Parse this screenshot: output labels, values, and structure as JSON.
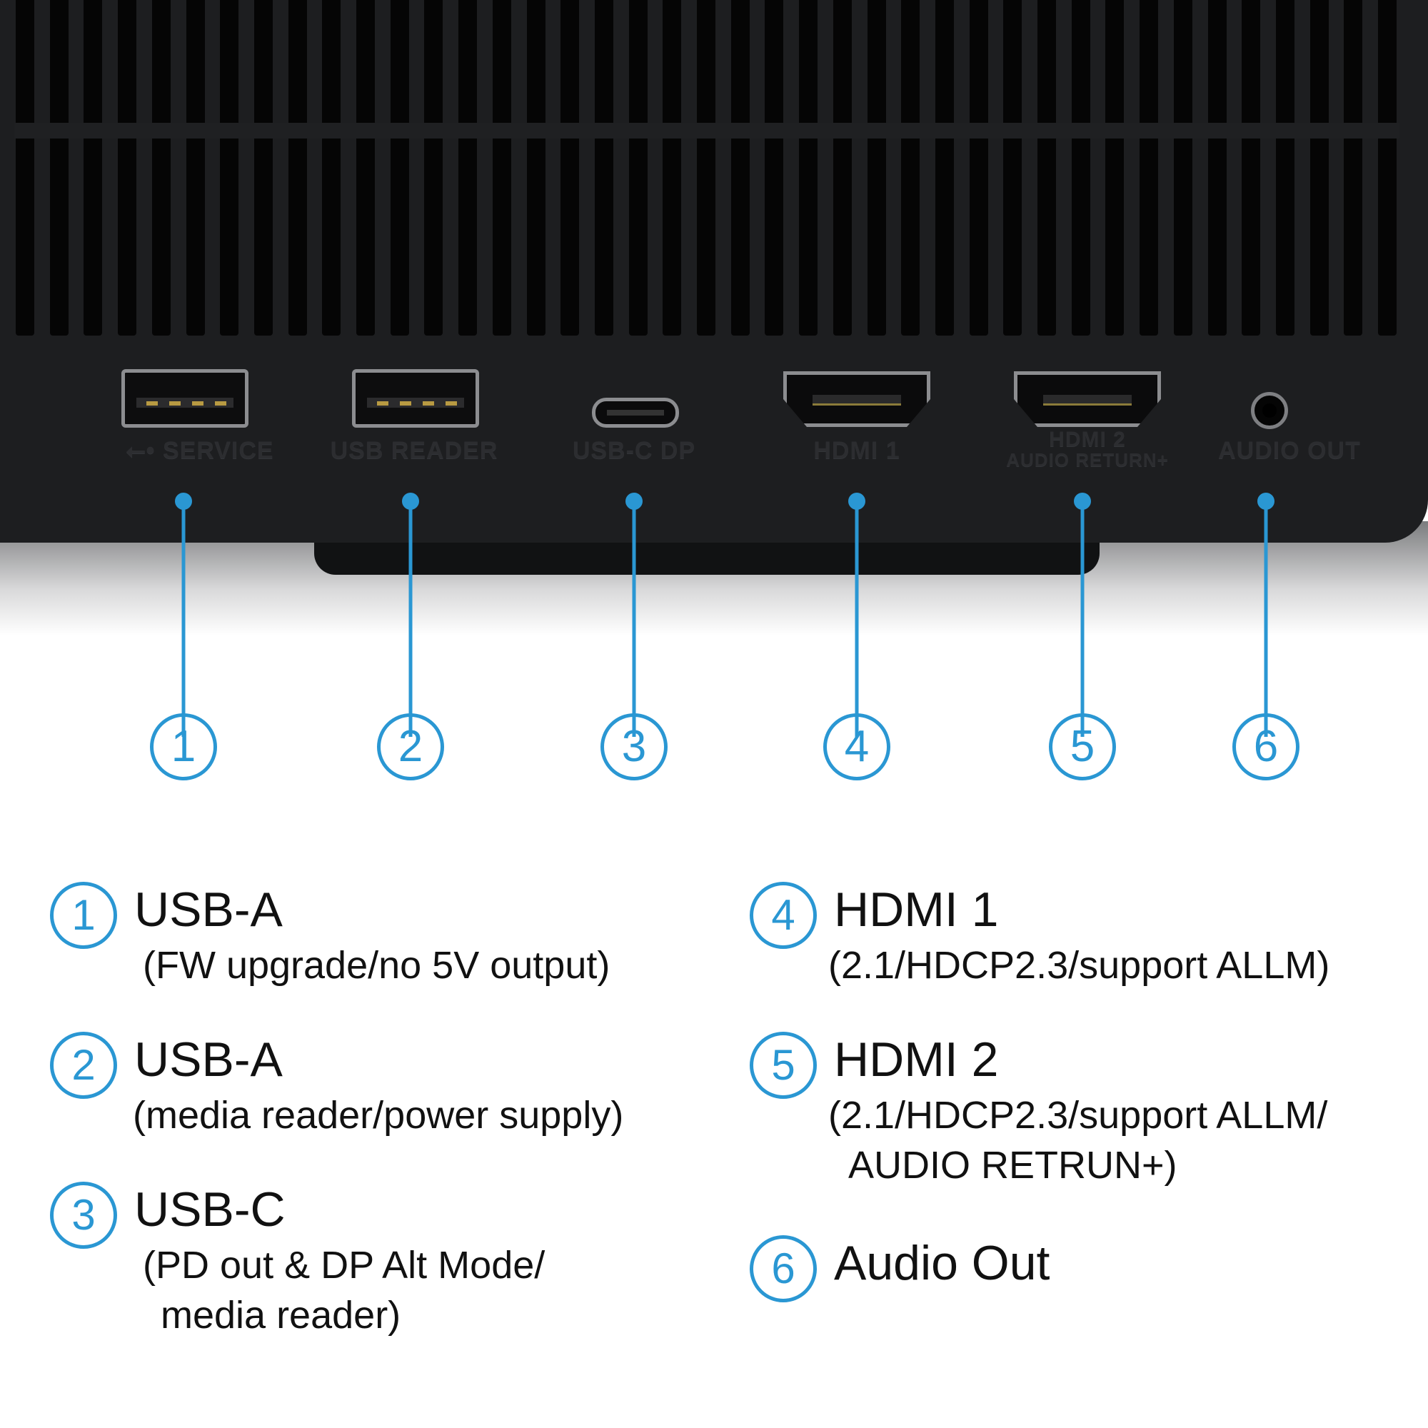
{
  "ports": [
    {
      "number": "1",
      "panel_label": "SERVICE",
      "type": "usb-a"
    },
    {
      "number": "2",
      "panel_label": "USB READER",
      "type": "usb-a"
    },
    {
      "number": "3",
      "panel_label": "USB-C DP",
      "type": "usb-c"
    },
    {
      "number": "4",
      "panel_label": "HDMI 1",
      "type": "hdmi"
    },
    {
      "number": "5",
      "panel_label": "HDMI 2",
      "panel_sublabel": "AUDIO RETURN+",
      "type": "hdmi"
    },
    {
      "number": "6",
      "panel_label": "AUDIO OUT",
      "type": "audio"
    }
  ],
  "legend": [
    {
      "number": "1",
      "title": "USB-A",
      "detail": "(FW upgrade/no 5V output)",
      "detail_2": ""
    },
    {
      "number": "2",
      "title": "USB-A",
      "detail": "(media reader/power supply)",
      "detail_2": ""
    },
    {
      "number": "3",
      "title": "USB-C",
      "detail": "(PD out & DP Alt Mode/",
      "detail_2": "media reader)"
    },
    {
      "number": "4",
      "title": "HDMI 1",
      "detail": "(2.1/HDCP2.3/support ALLM)",
      "detail_2": ""
    },
    {
      "number": "5",
      "title": "HDMI 2",
      "detail": "(2.1/HDCP2.3/support ALLM/",
      "detail_2": "AUDIO RETRUN+)"
    },
    {
      "number": "6",
      "title": "Audio Out",
      "detail": "",
      "detail_2": ""
    }
  ],
  "colors": {
    "accent": "#2a97d3",
    "device_body": "#1f2022",
    "text": "#111111"
  },
  "icons": {
    "usb_symbol": "usb-trident-icon"
  }
}
